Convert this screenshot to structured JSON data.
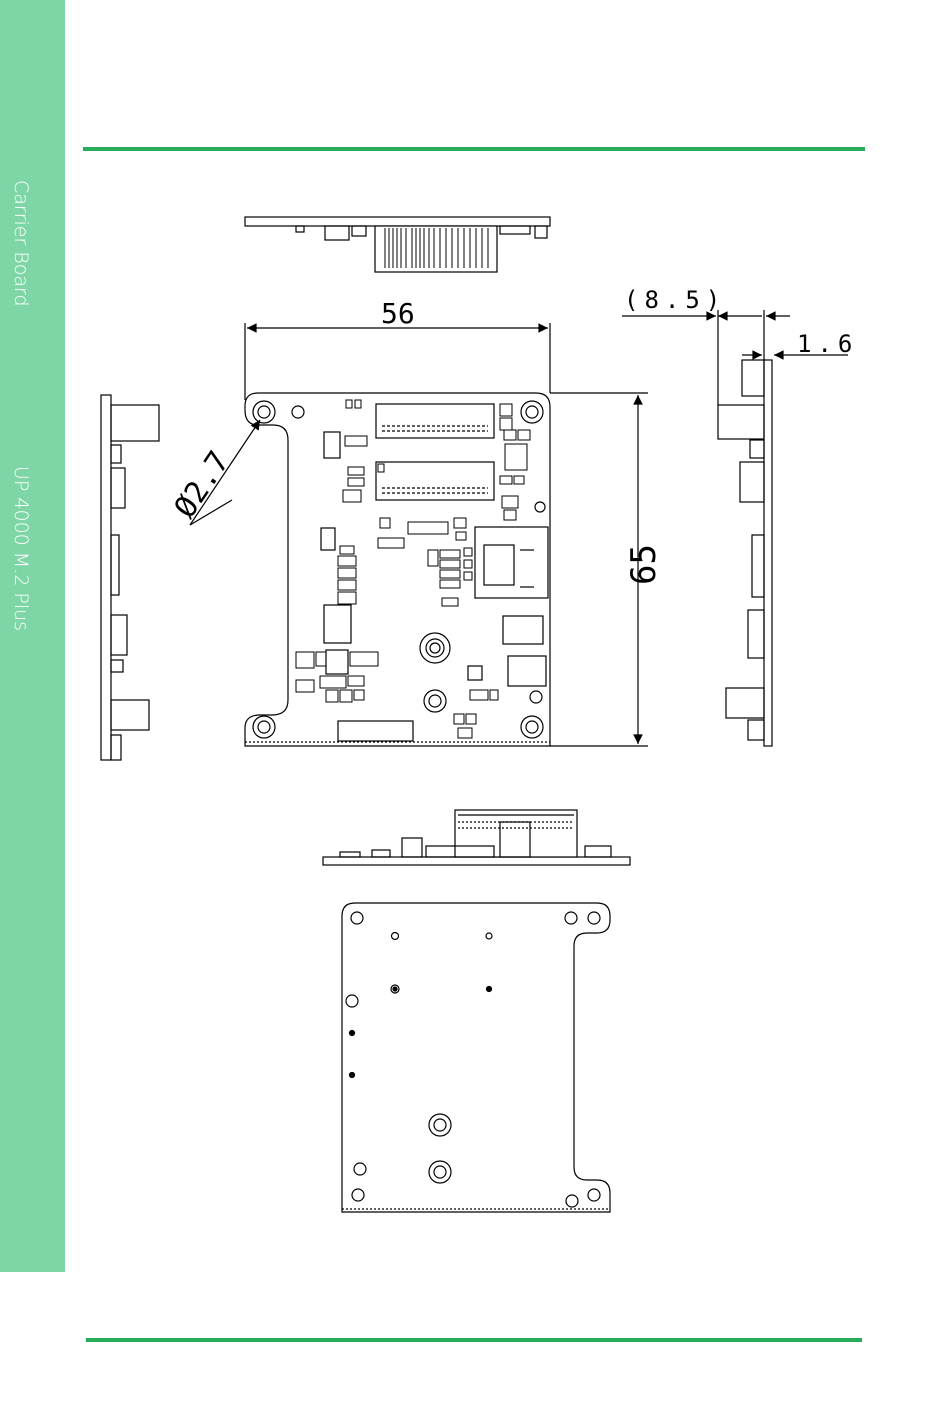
{
  "sidebar": {
    "section_label": "Carrier Board",
    "product_label": "UP 4000 M.2 Plus",
    "color": "#7ed6a6"
  },
  "rule_color": "#27ad5a",
  "drawing": {
    "width_label": "56",
    "height_label": "65",
    "hole_label": "Ø2.7",
    "offset_label": "(8.5)",
    "thickness_label": "1.6"
  }
}
